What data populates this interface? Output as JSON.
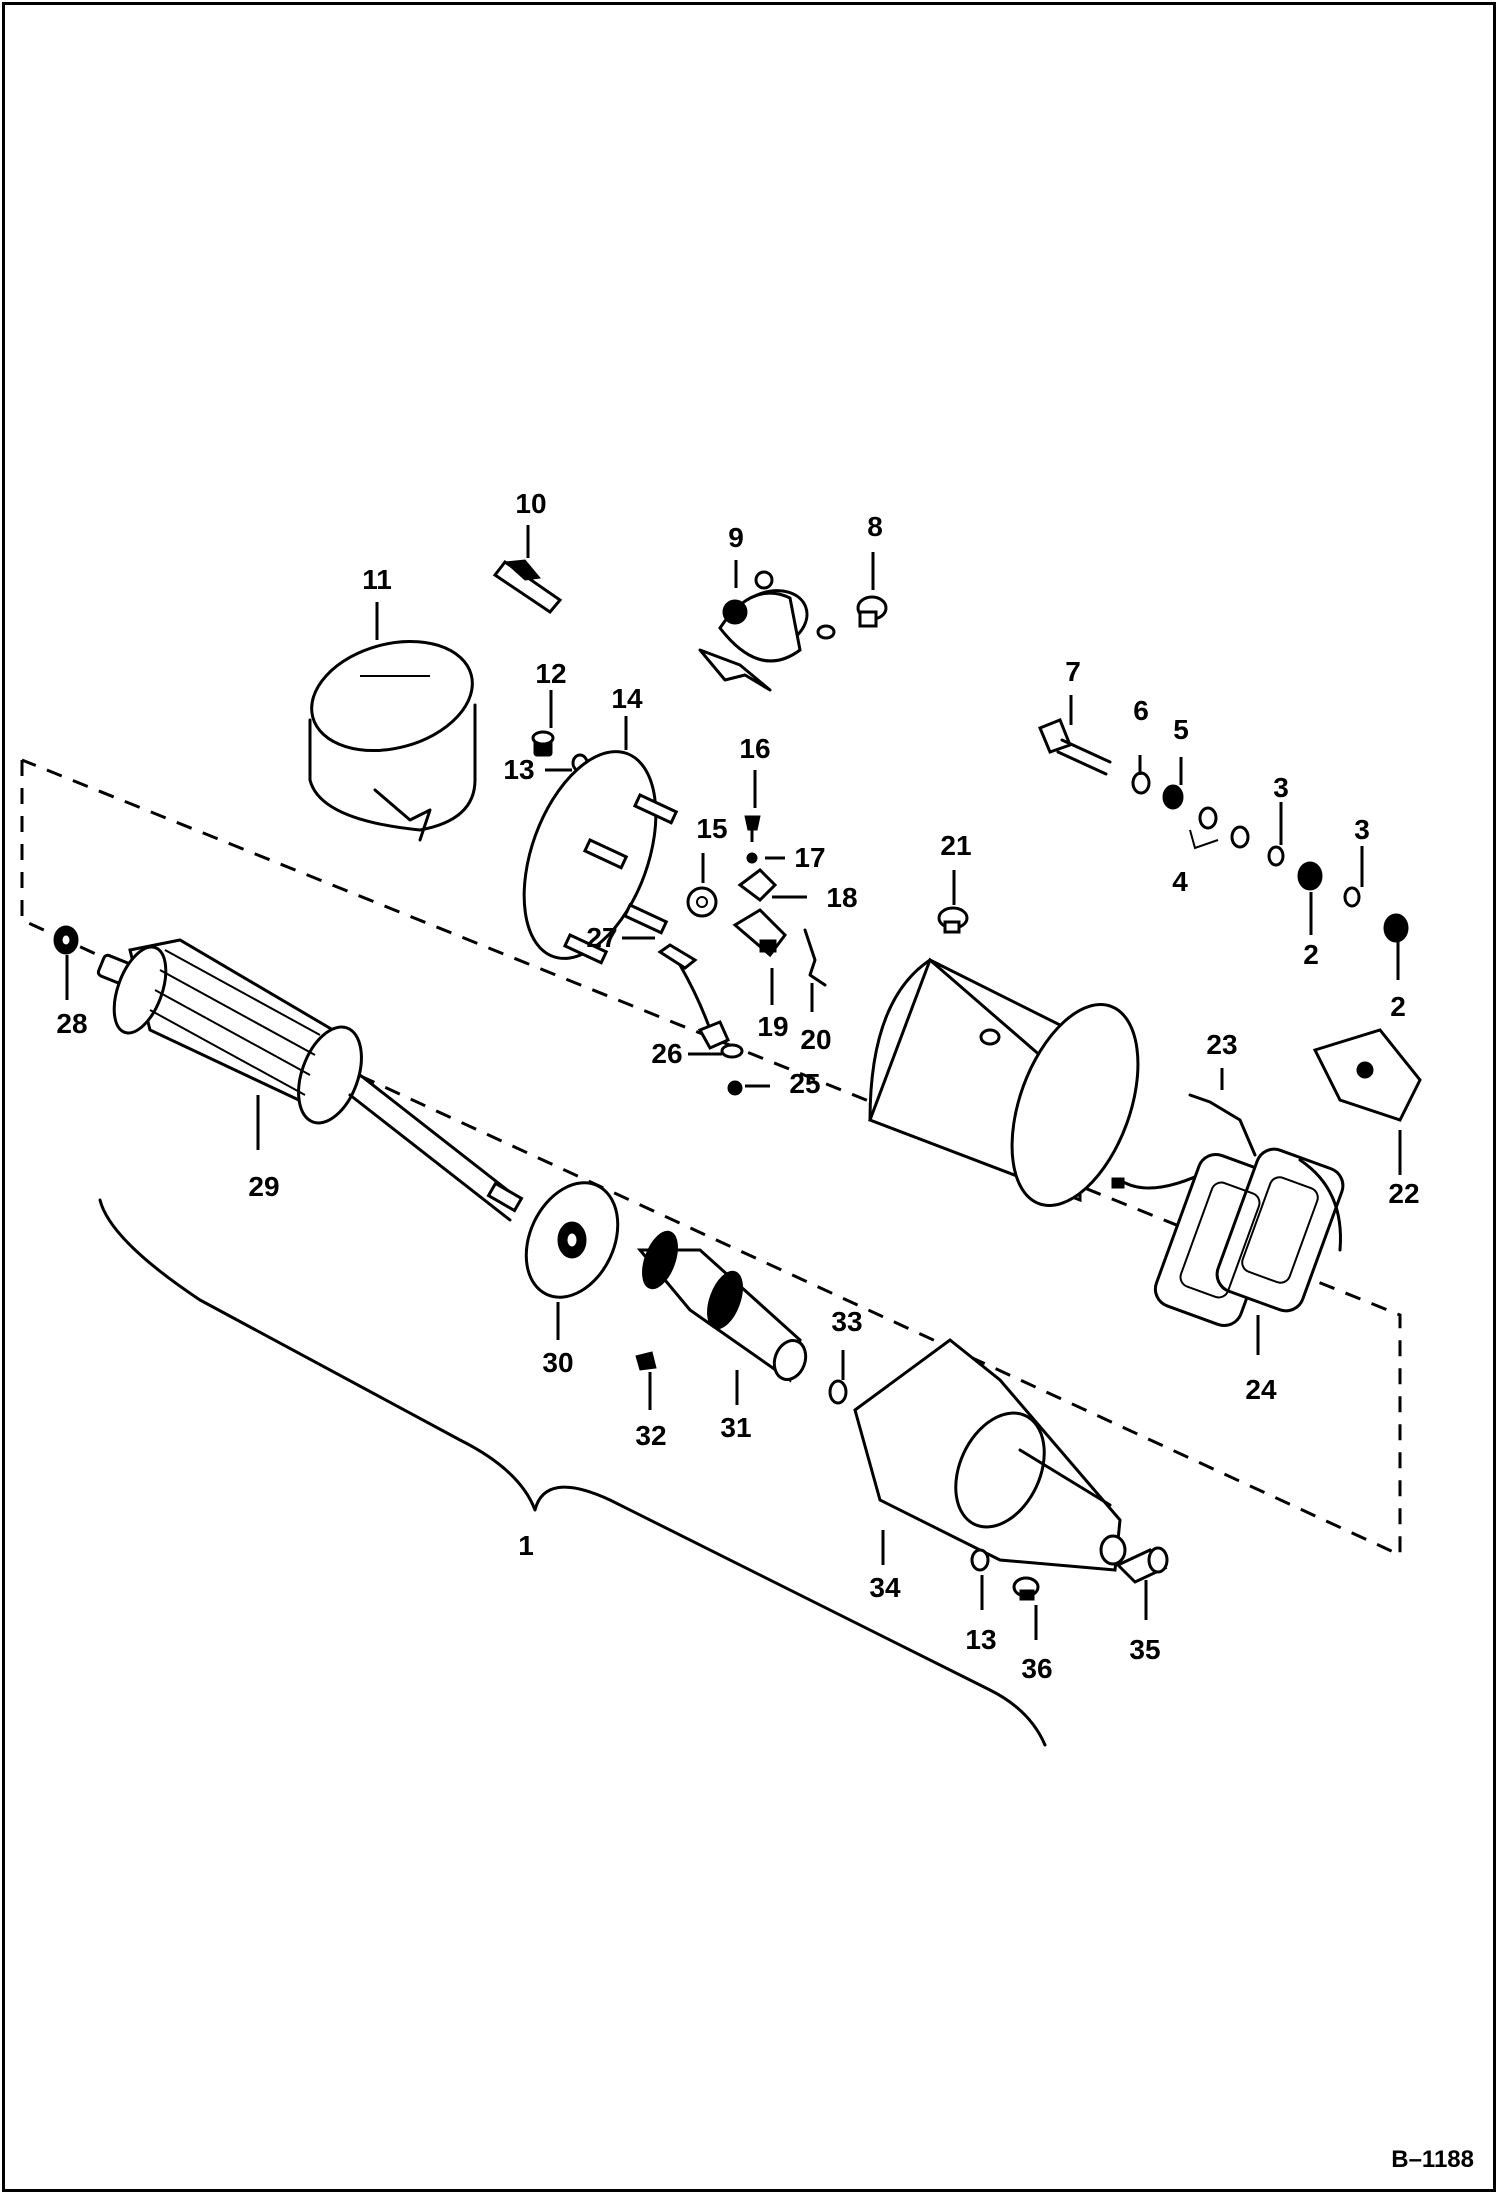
{
  "drawing_code": "B–1188",
  "callouts": [
    {
      "id": "c1",
      "text": "1"
    },
    {
      "id": "c2a",
      "text": "2"
    },
    {
      "id": "c2b",
      "text": "2"
    },
    {
      "id": "c3a",
      "text": "3"
    },
    {
      "id": "c3b",
      "text": "3"
    },
    {
      "id": "c4",
      "text": "4"
    },
    {
      "id": "c5",
      "text": "5"
    },
    {
      "id": "c6",
      "text": "6"
    },
    {
      "id": "c7",
      "text": "7"
    },
    {
      "id": "c8",
      "text": "8"
    },
    {
      "id": "c9",
      "text": "9"
    },
    {
      "id": "c10",
      "text": "10"
    },
    {
      "id": "c11",
      "text": "11"
    },
    {
      "id": "c12",
      "text": "12"
    },
    {
      "id": "c13a",
      "text": "13"
    },
    {
      "id": "c13b",
      "text": "13"
    },
    {
      "id": "c14",
      "text": "14"
    },
    {
      "id": "c15",
      "text": "15"
    },
    {
      "id": "c16",
      "text": "16"
    },
    {
      "id": "c17",
      "text": "17"
    },
    {
      "id": "c18",
      "text": "18"
    },
    {
      "id": "c19",
      "text": "19"
    },
    {
      "id": "c20",
      "text": "20"
    },
    {
      "id": "c21",
      "text": "21"
    },
    {
      "id": "c22",
      "text": "22"
    },
    {
      "id": "c23",
      "text": "23"
    },
    {
      "id": "c24",
      "text": "24"
    },
    {
      "id": "c25",
      "text": "25"
    },
    {
      "id": "c26",
      "text": "26"
    },
    {
      "id": "c27",
      "text": "27"
    },
    {
      "id": "c28",
      "text": "28"
    },
    {
      "id": "c29",
      "text": "29"
    },
    {
      "id": "c30",
      "text": "30"
    },
    {
      "id": "c31",
      "text": "31"
    },
    {
      "id": "c32",
      "text": "32"
    },
    {
      "id": "c33",
      "text": "33"
    },
    {
      "id": "c34",
      "text": "34"
    },
    {
      "id": "c35",
      "text": "35"
    },
    {
      "id": "c36",
      "text": "36"
    }
  ]
}
